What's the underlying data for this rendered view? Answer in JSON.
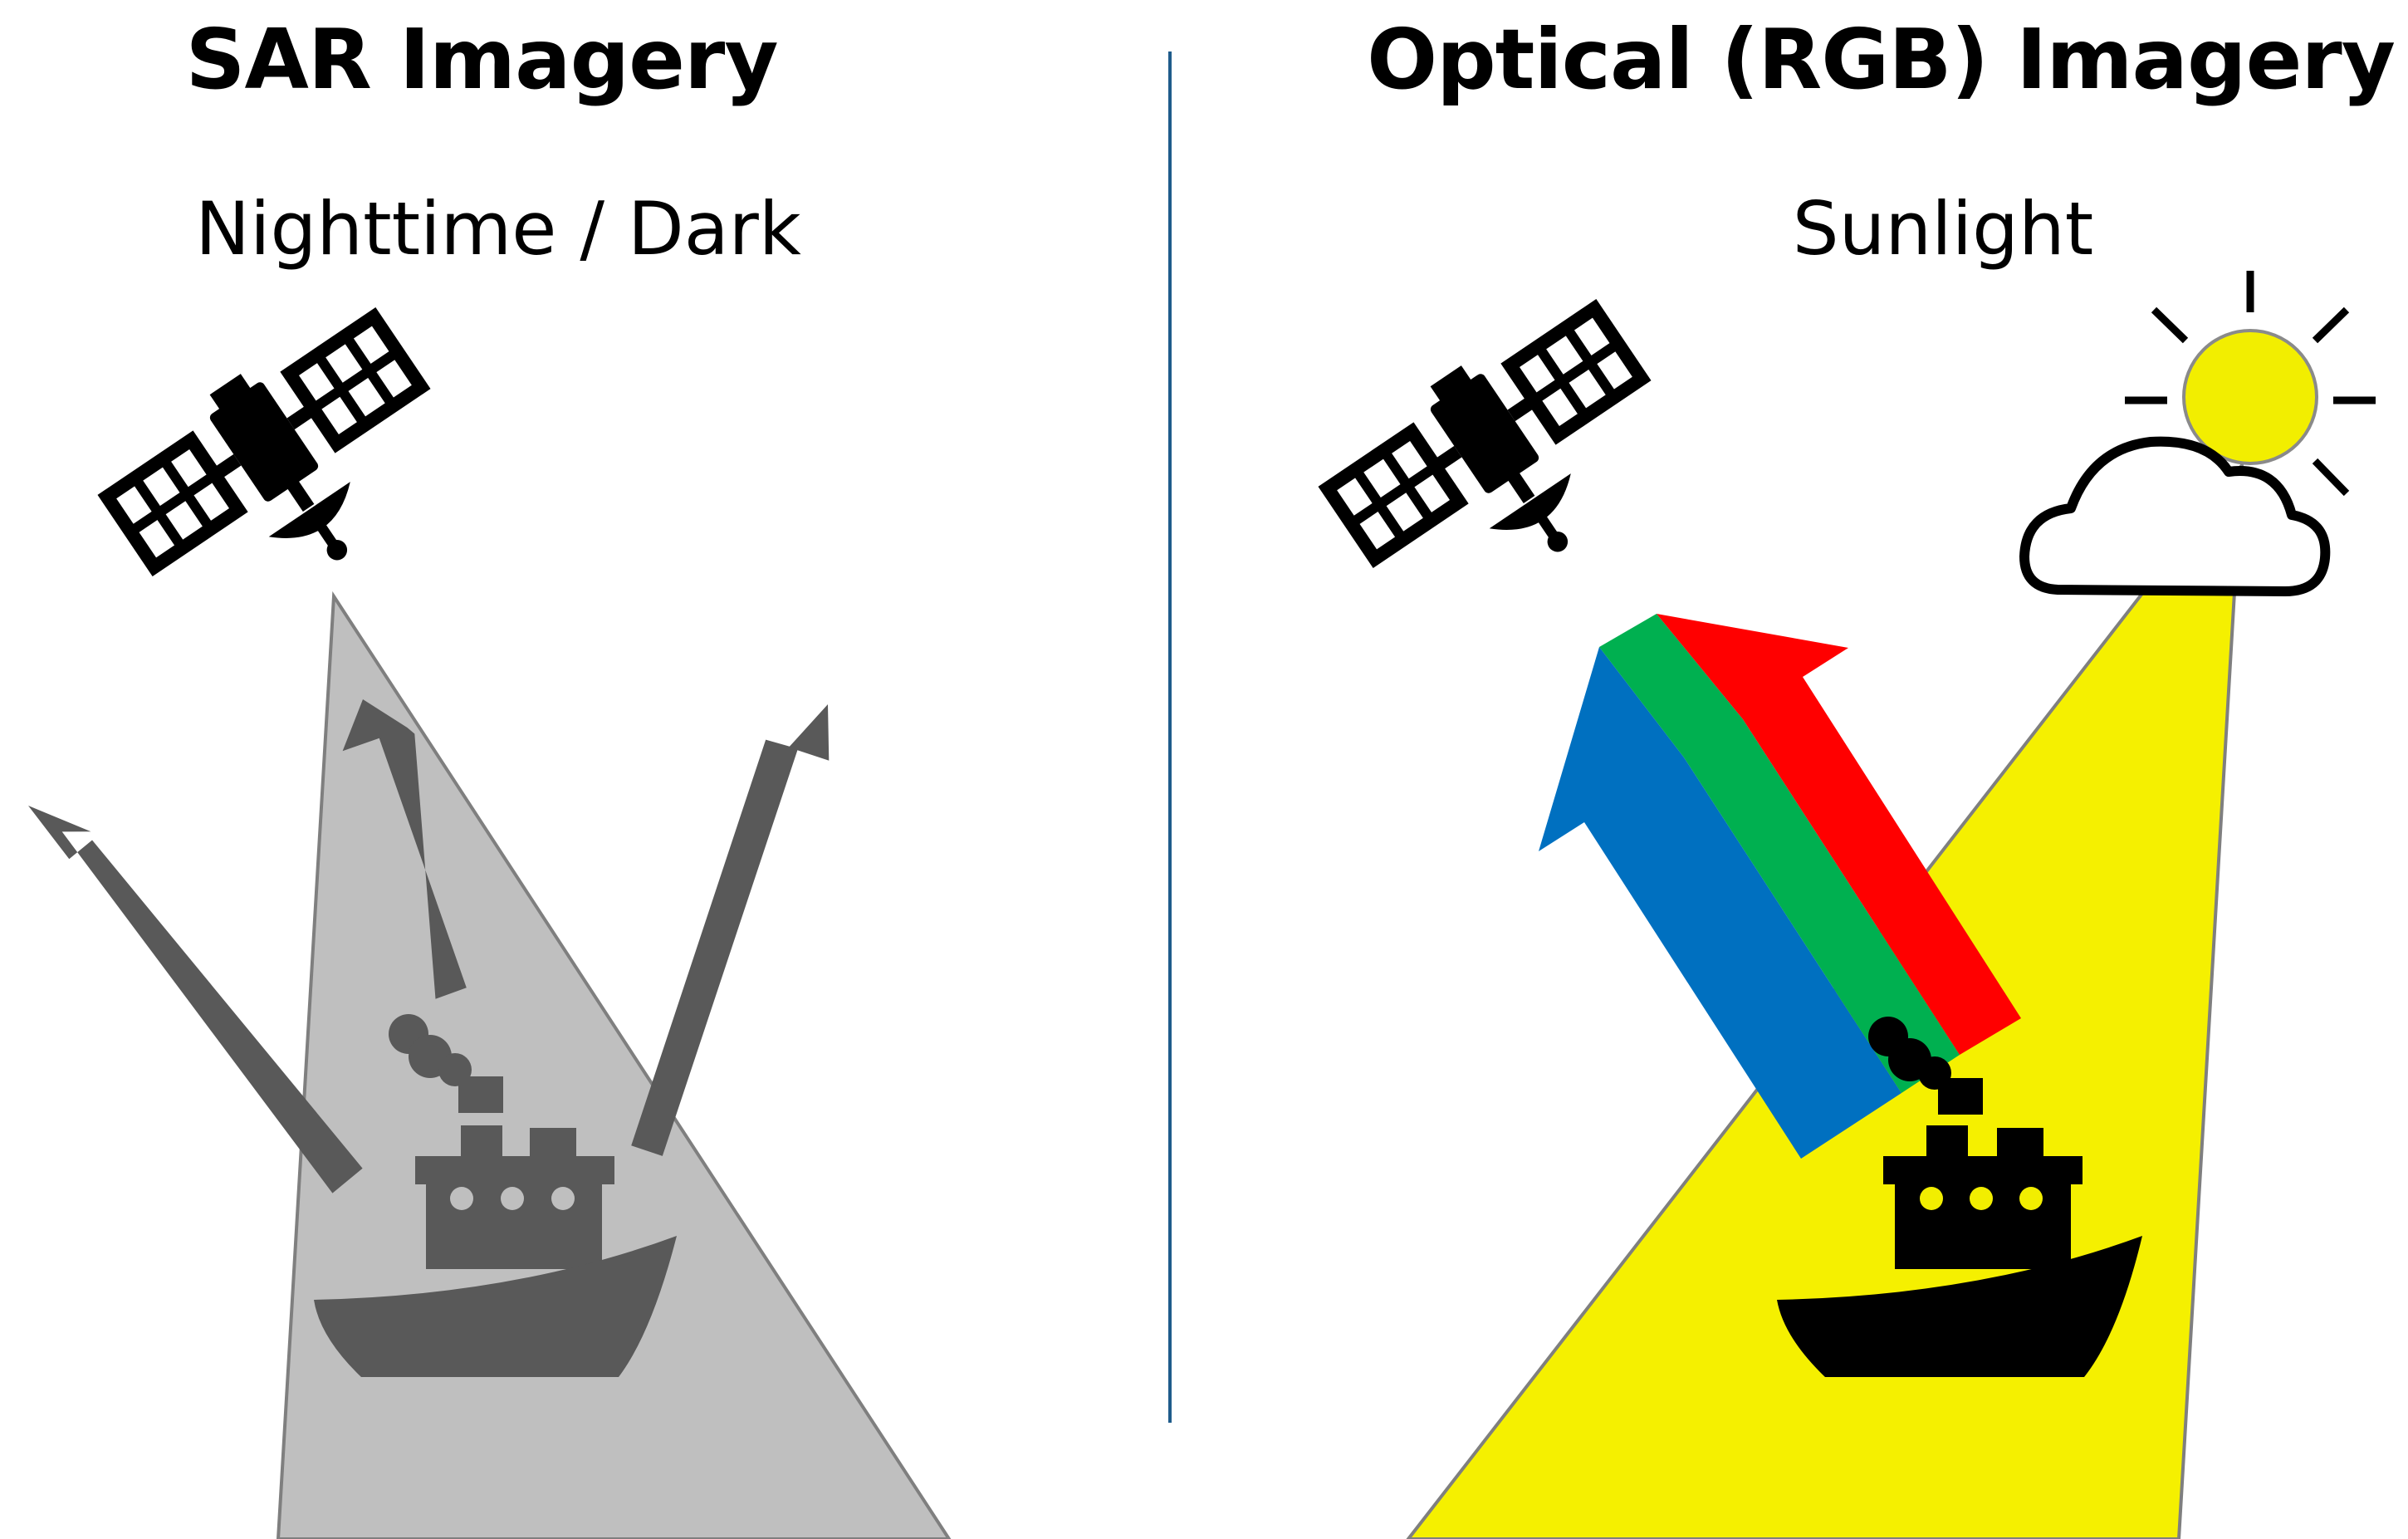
{
  "sar": {
    "title": "SAR Imagery",
    "condition": "Nighttime / Dark"
  },
  "optical": {
    "title": "Optical (RGB) Imagery",
    "condition": "Sunlight"
  },
  "colors": {
    "sar_beam": "#bfbfbf",
    "sar_ship": "#595959",
    "sar_arrows": "#595959",
    "divider": "#1f5c8b",
    "sun": "#f2ee00",
    "sun_beam": "#f5f000",
    "arrow_blue": "#0070c0",
    "arrow_green": "#00b050",
    "arrow_red": "#ff0000",
    "optical_ship": "#000000",
    "ship_portholes_optical": "#f2ee00",
    "ship_portholes_sar": "#bfbfbf"
  },
  "icons": {
    "sar_satellite": "satellite-icon",
    "optical_satellite": "satellite-icon",
    "sun": "sun-icon",
    "cloud": "cloud-icon",
    "sar_ship": "ship-icon",
    "optical_ship": "ship-icon"
  }
}
